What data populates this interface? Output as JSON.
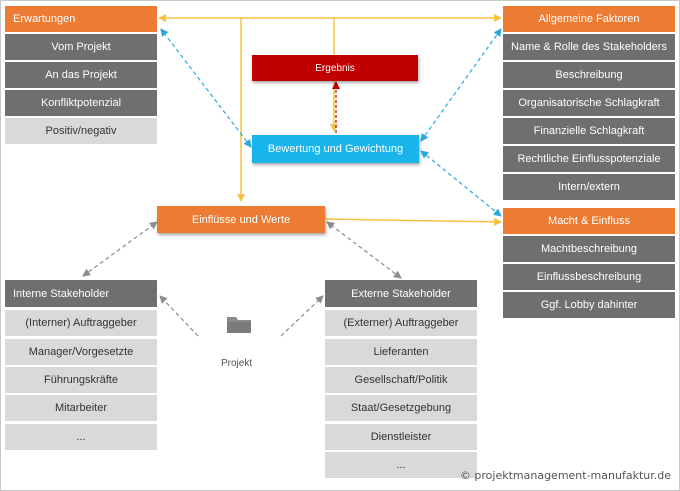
{
  "expectations": {
    "header": "Erwartungen",
    "items": [
      "Vom Projekt",
      "An das Projekt",
      "Konfliktpotenzial",
      "Positiv/negativ"
    ]
  },
  "general_factors": {
    "header": "Allgemeine Faktoren",
    "items": [
      "Name & Rolle des Stakeholders",
      "Beschreibung",
      "Organisatorische Schlagkraft",
      "Finanzielle Schlagkraft",
      "Rechtliche Einflusspotenziale",
      "Intern/extern"
    ]
  },
  "power": {
    "header": "Macht & Einfluss",
    "items": [
      "Machtbeschreibung",
      "Einflussbeschreibung",
      "Ggf. Lobby dahinter"
    ]
  },
  "result_label": "Ergebnis",
  "evaluation_label": "Bewertung und Gewichtung",
  "influences_label": "Einflüsse und Werte",
  "internal": {
    "header": "Interne Stakeholder",
    "items": [
      "(Interner) Auftraggeber",
      "Manager/Vorgesetzte",
      "Führungskräfte",
      "Mitarbeiter",
      "..."
    ]
  },
  "external": {
    "header": "Externe Stakeholder",
    "items": [
      "(Externer) Auftraggeber",
      "Lieferanten",
      "Gesellschaft/Politik",
      "Staat/Gesetzgebung",
      "Dienstleister",
      "..."
    ]
  },
  "project_label": "Projekt",
  "copyright": "© projektmanagement-manufaktur.de",
  "colors": {
    "orange": "#ec7b34",
    "dark_gray": "#6f6f6f",
    "light_gray": "#d9d9d9",
    "red": "#c00000",
    "blue": "#19b4ea",
    "yellow_line": "#f5c242",
    "blue_dashed": "#29a9d9",
    "gray_dashed": "#8c8c8c"
  },
  "icons": {
    "project": "folder-icon"
  }
}
